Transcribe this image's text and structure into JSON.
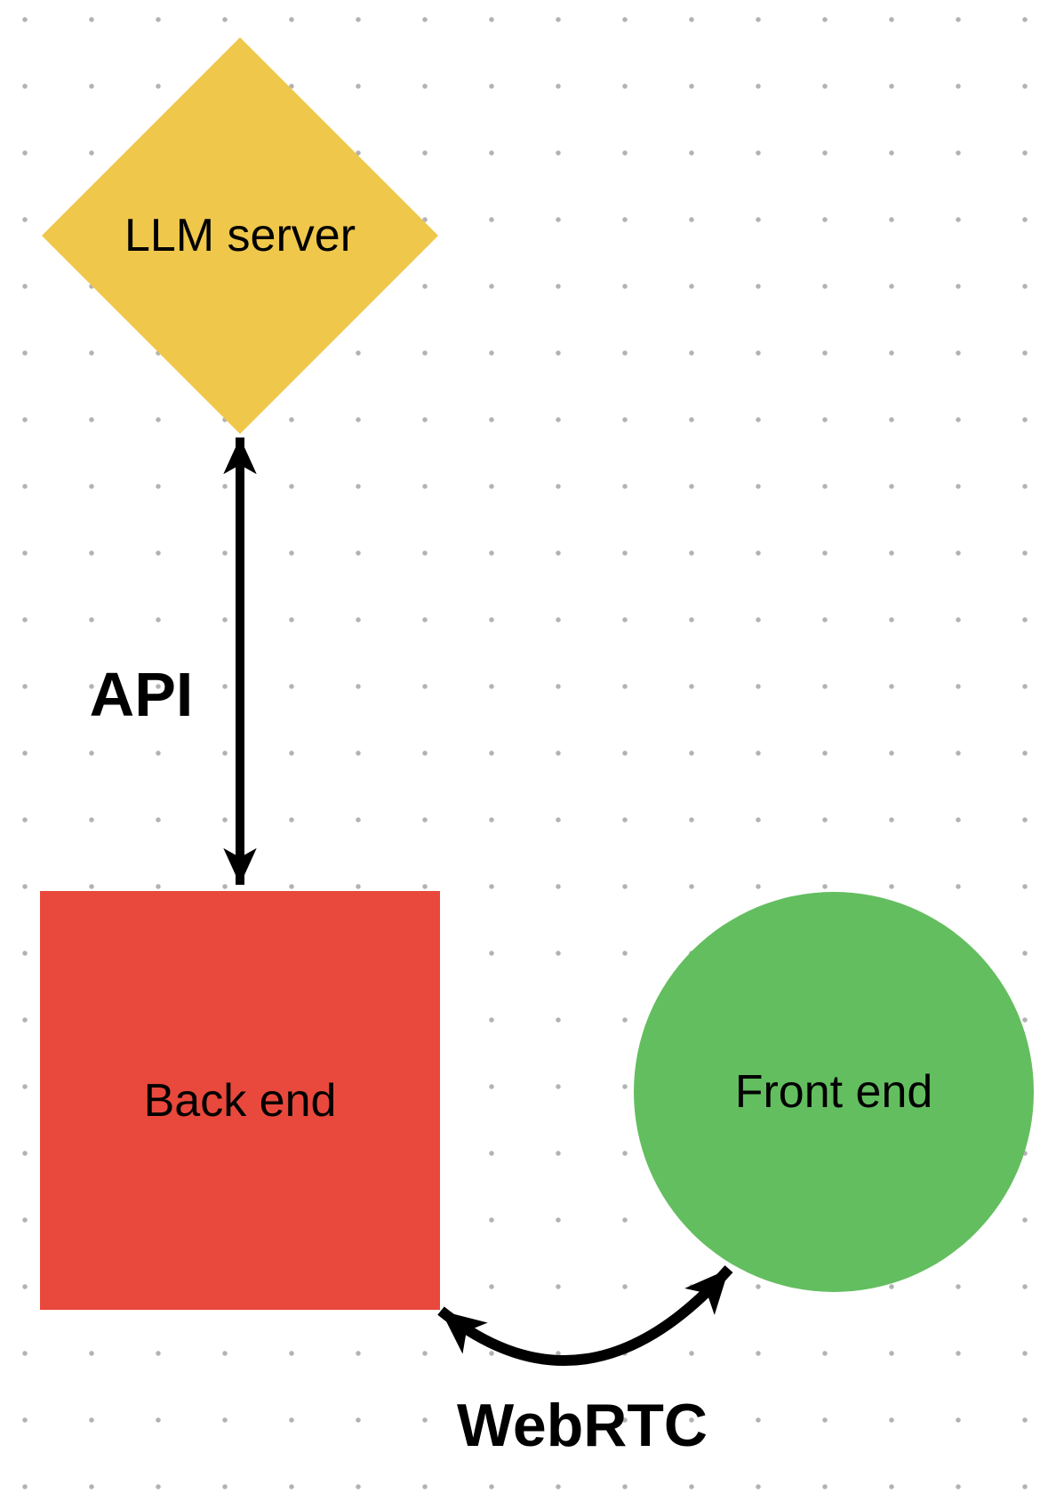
{
  "diagram": {
    "nodes": [
      {
        "id": "llm-server",
        "label": "LLM server",
        "shape": "diamond",
        "color": "#EFC74B"
      },
      {
        "id": "back-end",
        "label": "Back end",
        "shape": "square",
        "color": "#E8493C"
      },
      {
        "id": "front-end",
        "label": "Front end",
        "shape": "circle",
        "color": "#63BE5F"
      }
    ],
    "edges": [
      {
        "id": "api",
        "label": "API",
        "from": "llm-server",
        "to": "back-end",
        "style": "straight-double-arrow"
      },
      {
        "id": "webrtc",
        "label": "WebRTC",
        "from": "back-end",
        "to": "front-end",
        "style": "curved-double-arrow"
      }
    ],
    "colors": {
      "arrow": "#000000",
      "dot_grid": "#B2B2B2",
      "background": "#FFFFFF",
      "text": "#000000"
    }
  }
}
